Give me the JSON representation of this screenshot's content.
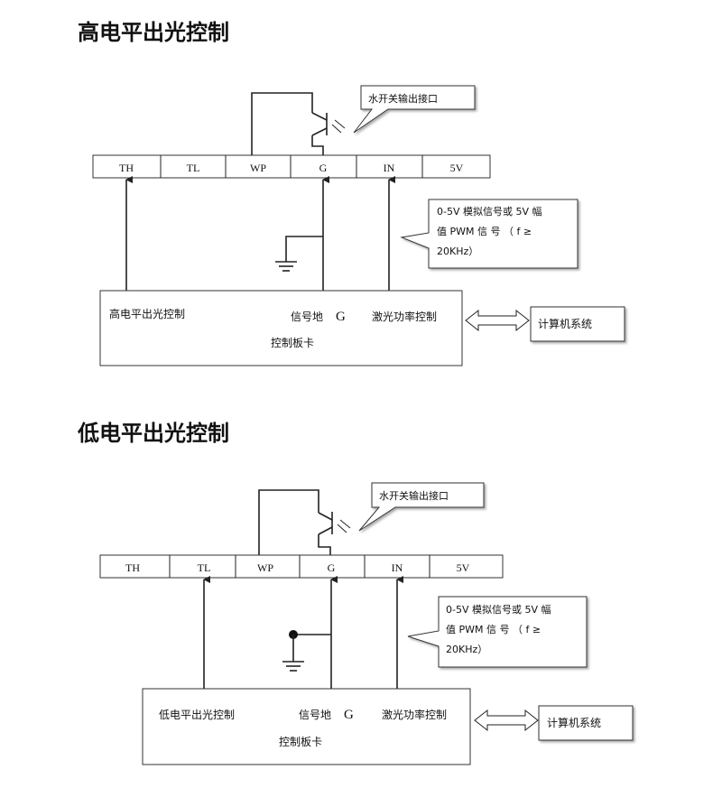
{
  "diagrams": [
    {
      "title": "高电平出光控制",
      "terminals": [
        "TH",
        "TL",
        "WP",
        "G",
        "IN",
        "5V"
      ],
      "callout_water": "水开关输出接口",
      "callout_signal_lines": [
        "0-5V 模拟信号或 5V 幅",
        "值  PWM  信 号  （ f ≥",
        "20KHz）"
      ],
      "board": {
        "left_label": "高电平出光控制",
        "ground_label": "信号地",
        "ground_symbol": "G",
        "laser_label": "激光功率控制",
        "name": "控制板卡"
      },
      "computer": "计算机系统"
    },
    {
      "title": "低电平出光控制",
      "terminals": [
        "TH",
        "TL",
        "WP",
        "G",
        "IN",
        "5V"
      ],
      "callout_water": "水开关输出接口",
      "callout_signal_lines": [
        "0-5V 模拟信号或 5V 幅",
        "值  PWM  信 号  （ f ≥",
        "20KHz）"
      ],
      "board": {
        "left_label": "低电平出光控制",
        "ground_label": "信号地",
        "ground_symbol": "G",
        "laser_label": "激光功率控制",
        "name": "控制板卡"
      },
      "computer": "计算机系统"
    }
  ]
}
